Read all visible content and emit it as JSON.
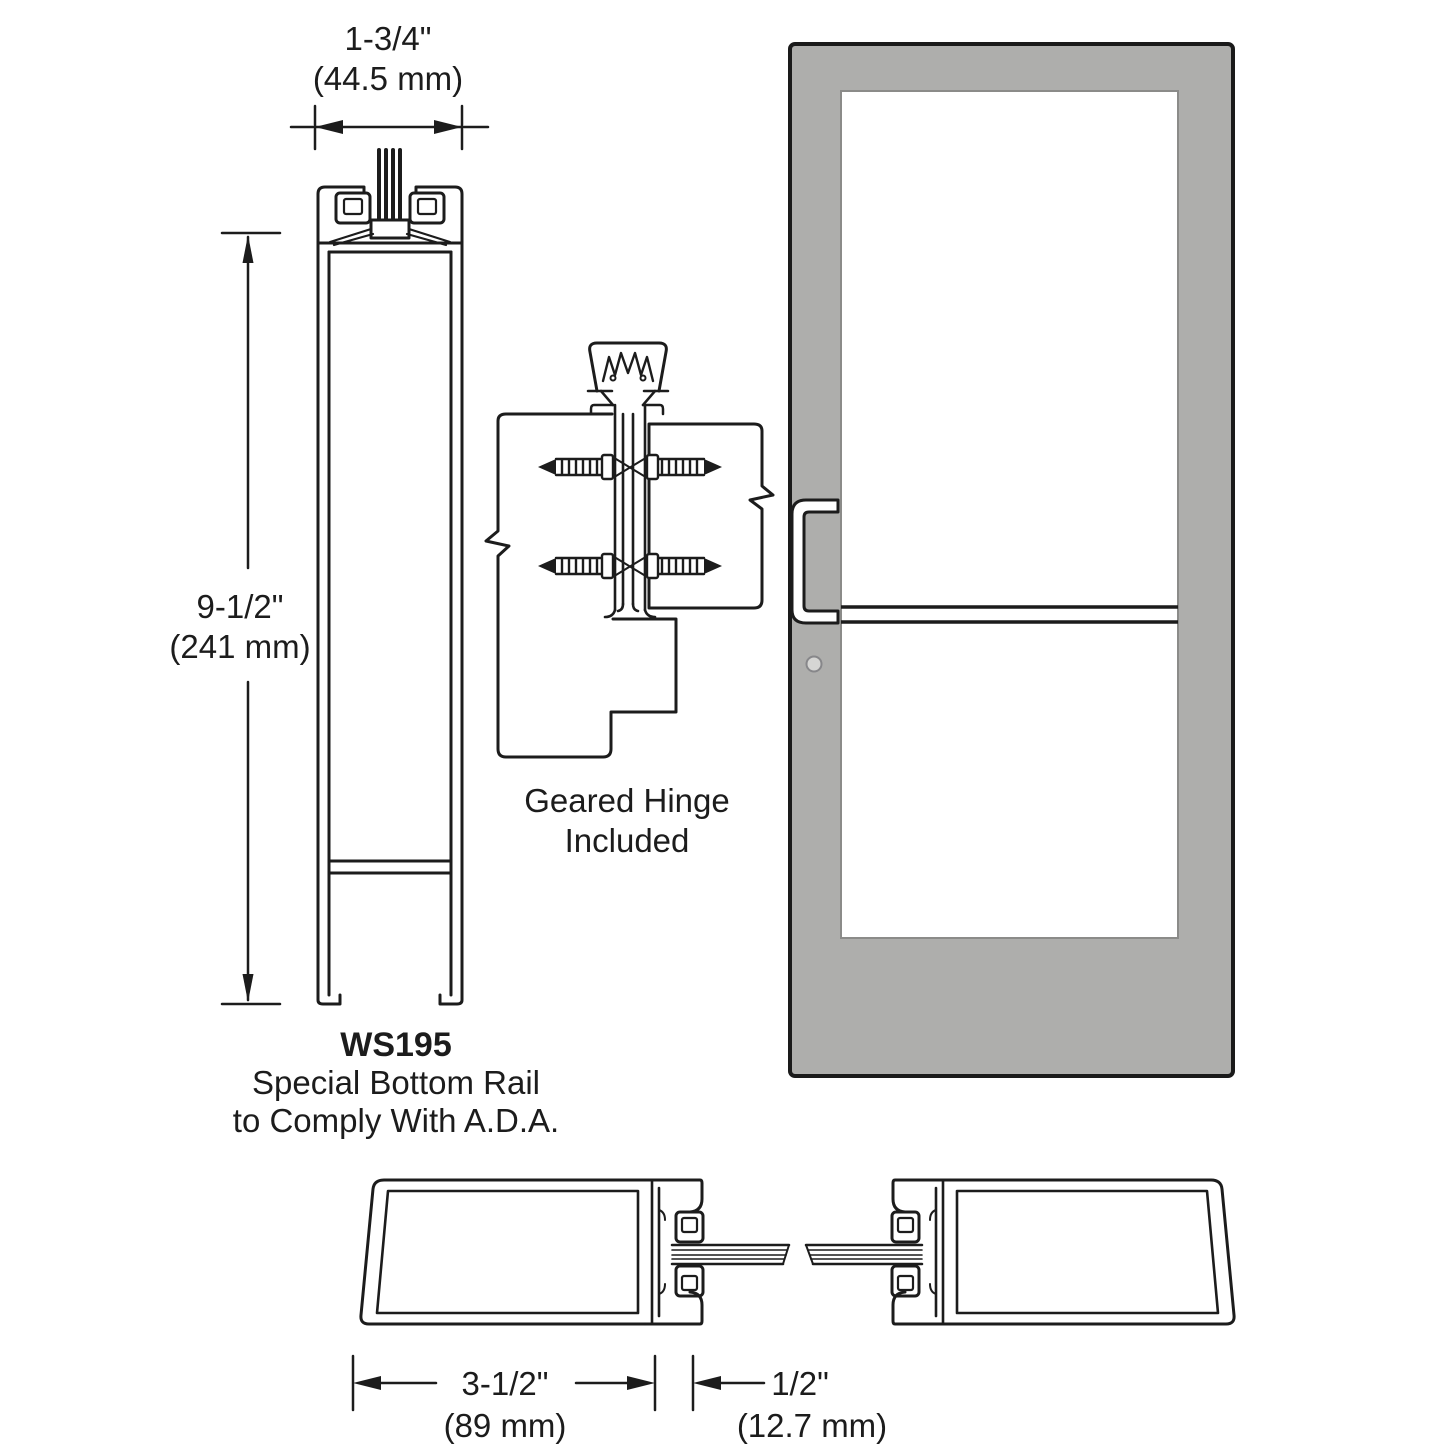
{
  "bottom_rail_section": {
    "width_dim_imperial": "1-3/4\"",
    "width_dim_metric": "(44.5 mm)",
    "height_dim_imperial": "9-1/2\"",
    "height_dim_metric": "(241 mm)",
    "part_code": "WS195",
    "note_line1": "Special Bottom Rail",
    "note_line2": "to Comply With A.D.A."
  },
  "hinge": {
    "label_line1": "Geared Hinge",
    "label_line2": "Included"
  },
  "stile_section": {
    "stile_width_imperial": "3-1/2\"",
    "stile_width_metric": "(89 mm)",
    "gap_imperial": "1/2\"",
    "gap_metric": "(12.7 mm)"
  },
  "colors": {
    "line": "#1c1c1c",
    "door_fill": "#aeaeac",
    "door_border": "#1a1a1a",
    "glass_fill": "#ffffff",
    "background": "#ffffff"
  }
}
